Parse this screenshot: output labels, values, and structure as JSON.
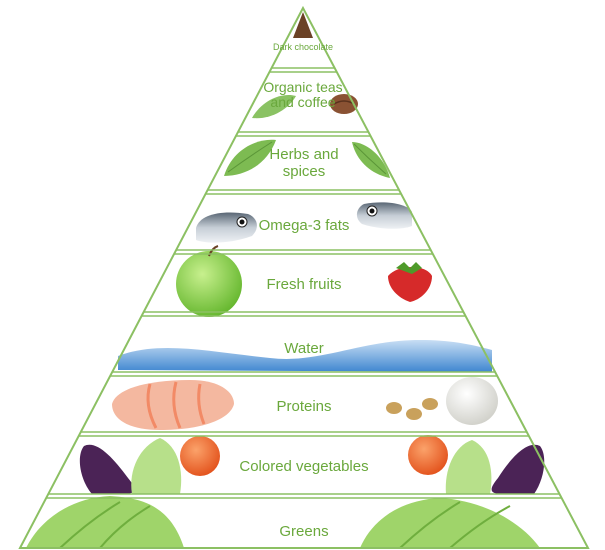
{
  "tiers": [
    {
      "label": "Dark chocolate"
    },
    {
      "label": "Organic teas and coffee"
    },
    {
      "label": "Herbs and spices"
    },
    {
      "label": "Omega-3 fats"
    },
    {
      "label": "Fresh fruits"
    },
    {
      "label": "Water"
    },
    {
      "label": "Proteins"
    },
    {
      "label": "Colored vegetables"
    },
    {
      "label": "Greens"
    }
  ],
  "colors": {
    "outline": "#8cc063",
    "label": "#6aa83c",
    "water": "#4a8fd4",
    "water_light": "#a9cbee",
    "leaf": "#7dbb52",
    "leaf_light": "#b7e08a",
    "chocolate": "#6b4226",
    "coffee_bean": "#8a5233",
    "fish": "#8a96a3",
    "apple": "#8fd24f",
    "strawberry": "#d62a2a",
    "salmon": "#f4b8a0",
    "egg": "#f1f1ec",
    "bean": "#c9a15c",
    "eggplant": "#4b2356",
    "tomato": "#e85a1f"
  }
}
